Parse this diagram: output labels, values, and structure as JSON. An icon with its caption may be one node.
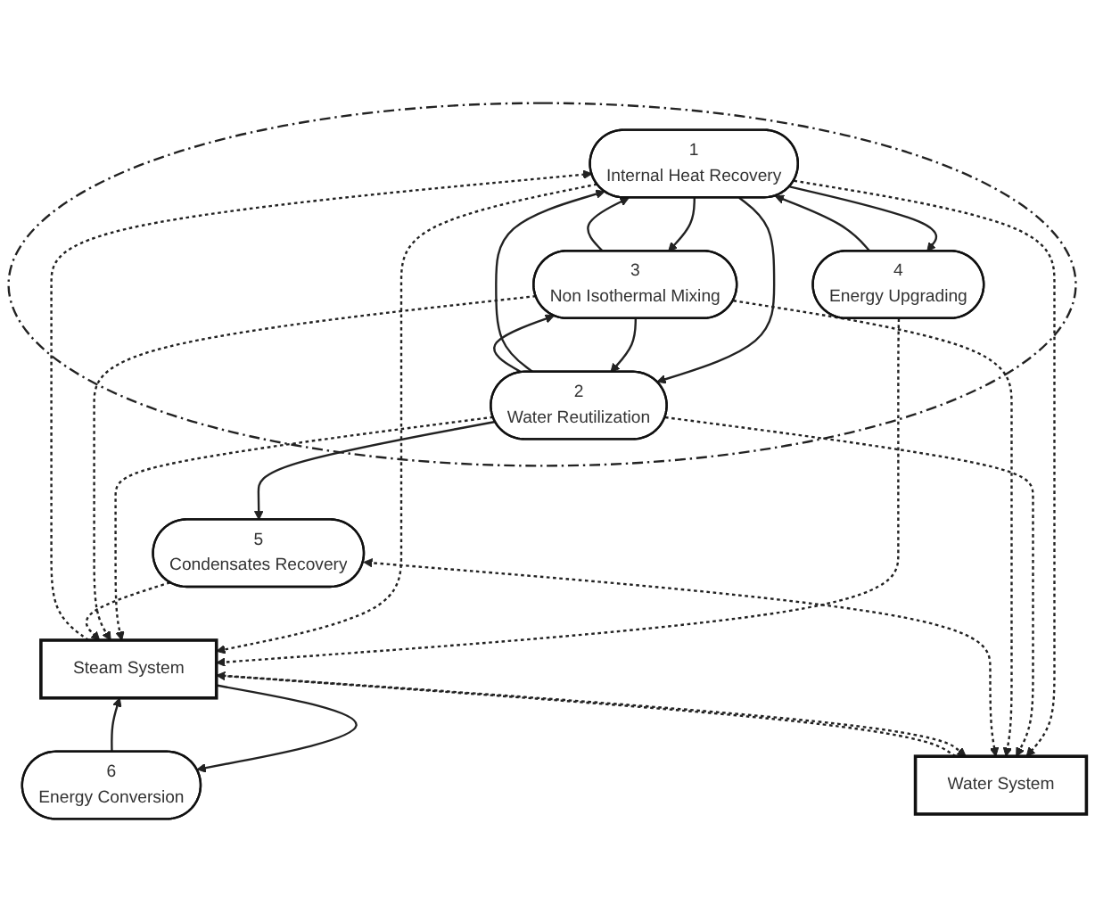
{
  "diagram": {
    "nodes": [
      {
        "text": [],
        "shape": "ellipse"
      },
      {
        "text": [
          "1",
          "Internal Heat Recovery"
        ],
        "in": 0
      },
      {
        "text": [
          "4",
          "Energy Upgrading"
        ],
        "in": 0
      },
      {
        "text": [
          "3",
          "Non Isothermal Mixing"
        ],
        "in": 0
      },
      {
        "text": [
          "2",
          "Water Reutilization"
        ],
        "in": 0
      },
      {
        "text": [
          "6",
          "Energy Conversion"
        ]
      },
      {
        "text": [
          "5",
          "Condensates Recovery"
        ]
      },
      {
        "text": [
          "Steam System"
        ]
      },
      {
        "text": [
          "Water System"
        ]
      }
    ],
    "edges": [
      {
        "from": 1,
        "to": 2,
        "arrow": "to"
      },
      {
        "from": 2,
        "to": 1,
        "arrow": "to"
      },
      {
        "from": 1,
        "to": 3,
        "arrow": "to"
      },
      {
        "from": 3,
        "to": 1,
        "arrow": "to"
      },
      {
        "from": 1,
        "to": 4,
        "arrow": "to"
      },
      {
        "from": 4,
        "to": 1,
        "arrow": "to"
      },
      {
        "from": 4,
        "to": 3,
        "arrow": "to"
      },
      {
        "from": 3,
        "to": 4,
        "arrow": "to"
      },
      {
        "from": 4,
        "to": 6,
        "arrow": "to"
      },
      {
        "from": 5,
        "to": 7,
        "arrow": "to"
      },
      {
        "from": 7,
        "to": 5,
        "arrow": "to"
      },
      {
        "from": 2,
        "to": 7,
        "arrow": "to",
        "style": "dashed"
      },
      {
        "from": 1,
        "to": 7,
        "arrow": "to",
        "style": "dashed"
      },
      {
        "from": 7,
        "to": 1,
        "arrow": "to",
        "style": "dashed"
      },
      {
        "from": 4,
        "to": 7,
        "arrow": "to",
        "style": "dashed"
      },
      {
        "from": 3,
        "to": 7,
        "arrow": "to",
        "style": "dashed"
      },
      {
        "from": 6,
        "to": 7,
        "arrow": "to",
        "style": "dashed"
      },
      {
        "from": 1,
        "to": 8,
        "arrow": "to",
        "style": "dashed"
      },
      {
        "from": 4,
        "to": 8,
        "arrow": "to",
        "style": "dashed"
      },
      {
        "from": 3,
        "to": 8,
        "arrow": "to",
        "style": "dashed"
      },
      {
        "from": 6,
        "to": 8,
        "arrow": "both",
        "style": "dashed"
      },
      {
        "from": 8,
        "to": 7,
        "arrow": "to",
        "style": "dashed"
      },
      {
        "from": 7,
        "to": 8,
        "arrow": "to",
        "style": "dashed"
      }
    ]
  }
}
